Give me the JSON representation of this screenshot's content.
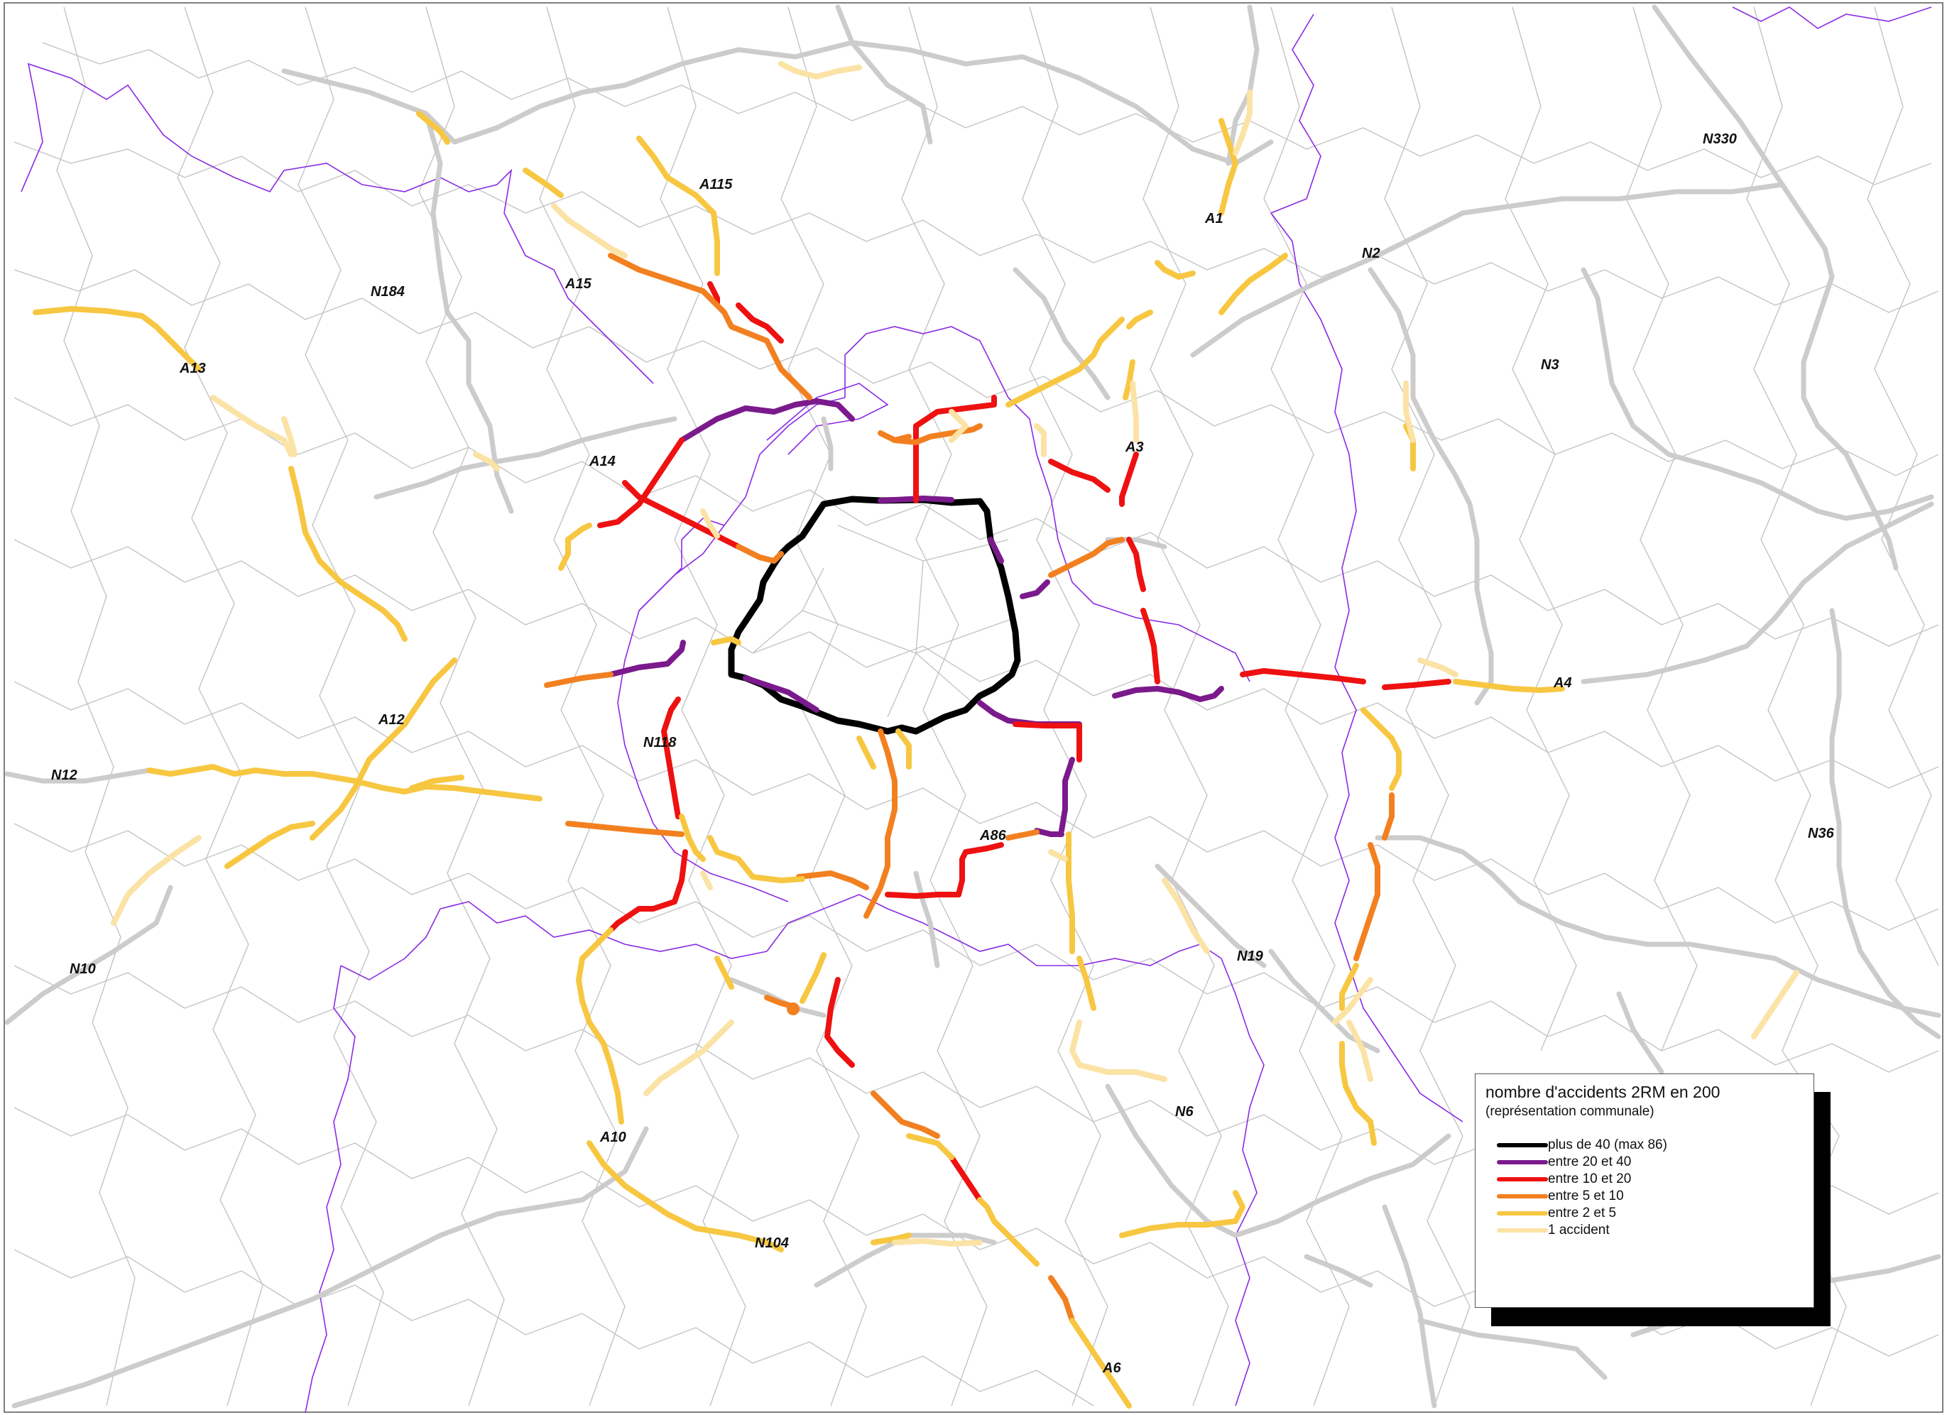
{
  "map": {
    "colors": {
      "background": "#ffffff",
      "commune_border": "#bdbdbd",
      "department_border": "#8a2be2",
      "base_road": "#cccccc",
      "frame": "#555555"
    },
    "road_labels": [
      {
        "id": "A115",
        "text": "A115"
      },
      {
        "id": "A1",
        "text": "A1"
      },
      {
        "id": "N330",
        "text": "N330"
      },
      {
        "id": "N2",
        "text": "N2"
      },
      {
        "id": "N184",
        "text": "N184"
      },
      {
        "id": "A15",
        "text": "A15"
      },
      {
        "id": "A13",
        "text": "A13"
      },
      {
        "id": "N3",
        "text": "N3"
      },
      {
        "id": "A3",
        "text": "A3"
      },
      {
        "id": "A14",
        "text": "A14"
      },
      {
        "id": "A4",
        "text": "A4"
      },
      {
        "id": "A12",
        "text": "A12"
      },
      {
        "id": "N118",
        "text": "N118"
      },
      {
        "id": "N12",
        "text": "N12"
      },
      {
        "id": "N36",
        "text": "N36"
      },
      {
        "id": "A86",
        "text": "A86"
      },
      {
        "id": "N10",
        "text": "N10"
      },
      {
        "id": "N19",
        "text": "N19"
      },
      {
        "id": "A10",
        "text": "A10"
      },
      {
        "id": "N6",
        "text": "N6"
      },
      {
        "id": "N104",
        "text": "N104"
      },
      {
        "id": "A6",
        "text": "A6"
      }
    ]
  },
  "legend": {
    "title": "nombre d'accidents 2RM en 200",
    "subtitle": "(représentation communale)",
    "classes": [
      {
        "label": "plus de 40 (max 86)",
        "color": "#000000"
      },
      {
        "label": "entre 20 et 40",
        "color": "#7b1a8c"
      },
      {
        "label": "entre 10 et 20",
        "color": "#ee1111"
      },
      {
        "label": "entre 5 et 10",
        "color": "#f28020"
      },
      {
        "label": "entre 2 et 5",
        "color": "#f7c742"
      },
      {
        "label": "1 accident",
        "color": "#fbe3a6"
      }
    ]
  }
}
